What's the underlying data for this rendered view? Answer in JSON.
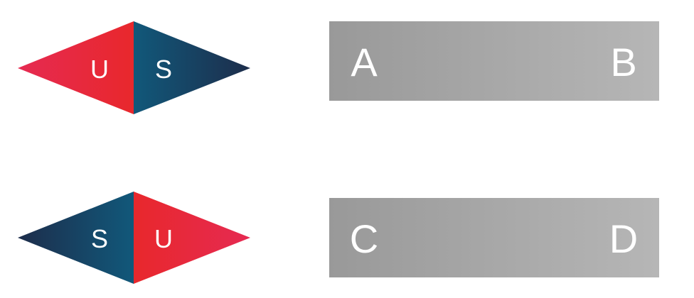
{
  "magnets": [
    {
      "left_label": "U",
      "right_label": "S",
      "left_color": "red",
      "right_color": "blue"
    },
    {
      "left_label": "S",
      "right_label": "U",
      "left_color": "blue",
      "right_color": "red"
    }
  ],
  "bars": [
    {
      "left_label": "A",
      "right_label": "B"
    },
    {
      "left_label": "C",
      "right_label": "D"
    }
  ],
  "colors": {
    "red_outer": "#e62a52",
    "red_inner": "#e8282c",
    "blue_inner": "#11587a",
    "blue_outer": "#1d2d4b",
    "bar_left": "#999999",
    "bar_right": "#b6b6b6"
  }
}
